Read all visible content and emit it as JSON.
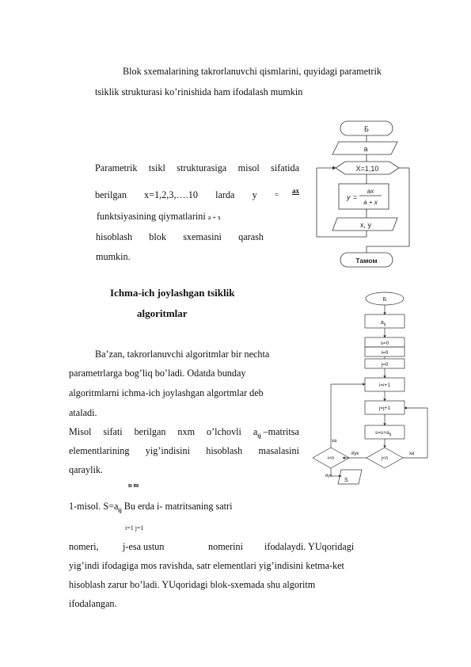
{
  "intro": {
    "line1": "Blok  sxemalarining  takrorlanuvchi  qismlarini,  quyidagi  parametrik",
    "line2": "tsiklik strukturasi ko’rinishida ham ifodalash mumkin"
  },
  "param": {
    "l1": [
      "Parametrik",
      "tsikl",
      "strukturasiga",
      "misol",
      "sifatida"
    ],
    "l2": [
      "berilgan",
      "x=1,2,3,….10",
      "larda",
      "y",
      "="
    ],
    "formula_num": "ax",
    "l3": "funktsiyasining qiymatlarini",
    "formula_den": "a + x",
    "l4": [
      "hisoblash",
      "blok",
      "sxemasini",
      "qarash"
    ],
    "l5": "mumkin."
  },
  "section": {
    "title1": "Ichma-ich joylashgan tsiklik",
    "title2": "algoritmlar"
  },
  "body": {
    "p1": "Ba’zan, takrorlanuvchi algoritmlar bir nechta",
    "p2": "parametrlarga bog’liq bo’ladi. Odatda bunday",
    "p3": "algoritmlarni ichma-ich joylashgan algortmlar deb",
    "p4": "ataladi.",
    "p5": [
      "Misol",
      "sifati",
      "berilgan",
      "nxm",
      "o’lchovli",
      "a",
      "–matritsa"
    ],
    "p5_sub": "ij",
    "p6": [
      "elementlarining",
      "yig’indisini",
      "hisoblash",
      "masalasini"
    ],
    "p7": "qaraylik.",
    "sum_top": "n   m",
    "p8a": "1-misol. S=a",
    "p8_sub": "ij",
    "p8b": " Bu erda i- matritsaning satri",
    "sum_bottom": "i=1 j=1",
    "p9": [
      "nomeri,",
      "j-esa  ustun",
      "nomerini",
      "ifodalaydi. YUqoridagi"
    ],
    "p10": "yig’indi ifodagiga mos ravishda, satr elementlari yig’indisini ketma-ket",
    "p11": "hisoblash zarur bo’ladi. YUqoridagi blok-sxemada shu algoritm",
    "p12": "ifodalangan."
  },
  "flow1": {
    "start": "Б",
    "input": "a",
    "loop": "X=1,10",
    "y_lhs": "y",
    "eq": "=",
    "num": "ax",
    "den": "a + x",
    "output": "x, y",
    "end": "Тамом"
  },
  "flow2": {
    "start": "Б",
    "input": "a",
    "input_sub": "ij",
    "s0": "s=0",
    "i0": "i=0",
    "j0": "j=0",
    "inc_i": "i=i+1",
    "inc_j": "j=j+1",
    "acc": "s=s+a",
    "acc_sub": "ij",
    "cond_j": "j<n",
    "cond_i": "i<n",
    "yes": "ха",
    "yes2": "ха",
    "no": "йук",
    "no2": "йук",
    "out": "S"
  }
}
